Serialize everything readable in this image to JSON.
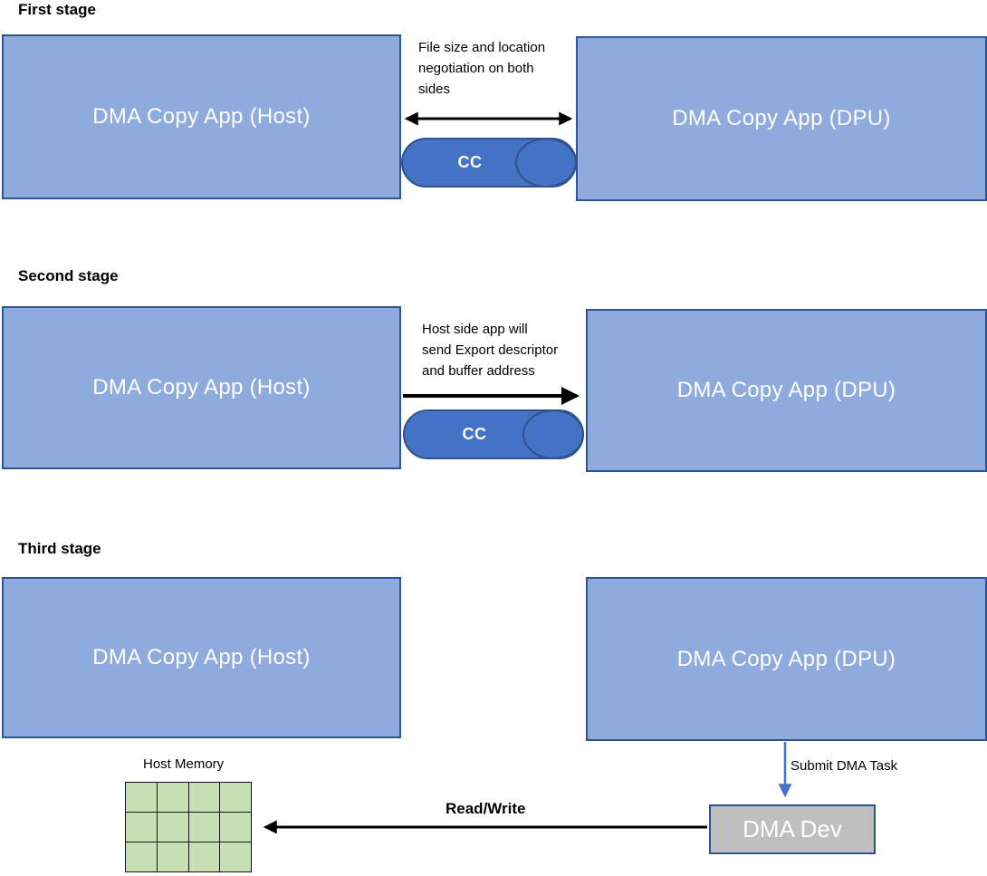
{
  "colors": {
    "box_fill": "#8FAADC",
    "box_border": "#2E5496",
    "pill_fill": "#4472C4",
    "pill_border": "#2F528F",
    "dev_fill": "#BFBFBF",
    "grid_fill": "#C6E0B4",
    "arrow_black": "#000000",
    "arrow_blue": "#4472C4",
    "label_white": "#FFFFFF",
    "text_black": "#000000"
  },
  "stages": [
    {
      "title": "First stage",
      "host_label": "DMA Copy App (Host)",
      "dpu_label": "DMA Copy App (DPU)",
      "annotation_lines": [
        "File size and location",
        "negotiation on both",
        "sides"
      ],
      "channel_label": "CC",
      "arrow_direction": "bidirectional"
    },
    {
      "title": "Second stage",
      "host_label": "DMA Copy App (Host)",
      "dpu_label": "DMA Copy App (DPU)",
      "annotation_lines": [
        "Host side app will",
        "send Export descriptor",
        "and buffer address"
      ],
      "channel_label": "CC",
      "arrow_direction": "host-to-dpu"
    },
    {
      "title": "Third stage",
      "host_label": "DMA Copy App (Host)",
      "dpu_label": "DMA Copy App (DPU)",
      "submit_task_label": "Submit DMA Task",
      "dma_dev_label": "DMA Dev",
      "read_write_label": "Read/Write",
      "host_memory": {
        "label": "Host Memory",
        "grid": {
          "rows": 3,
          "cols": 4
        }
      }
    }
  ]
}
